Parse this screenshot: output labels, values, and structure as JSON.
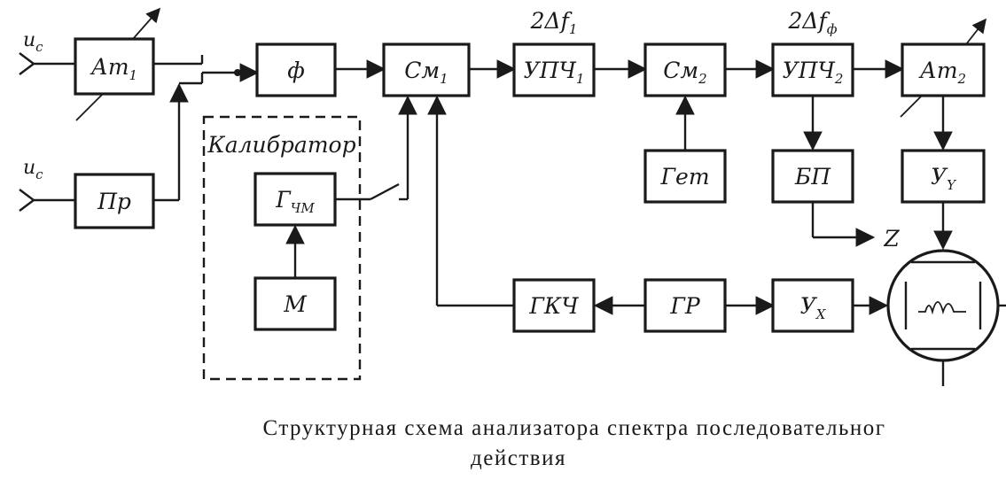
{
  "inputs": {
    "top": {
      "main": "u",
      "sub": "c"
    },
    "bottom": {
      "main": "u",
      "sub": "c"
    }
  },
  "blocks": {
    "at1": {
      "main": "Ат",
      "sub": "1"
    },
    "pr": {
      "main": "Пр"
    },
    "f": {
      "main": "ф"
    },
    "sm1": {
      "main": "См",
      "sub": "1"
    },
    "upch1": {
      "main": "УПЧ",
      "sub": "1"
    },
    "sm2": {
      "main": "См",
      "sub": "2"
    },
    "upch2": {
      "main": "УПЧ",
      "sub": "2"
    },
    "at2": {
      "main": "Ат",
      "sub": "2"
    },
    "get": {
      "main": "Гет"
    },
    "bp": {
      "main": "БП"
    },
    "uy": {
      "main": "У",
      "sub": "Y"
    },
    "gchm": {
      "main": "Г",
      "sub": "ЧМ"
    },
    "m": {
      "main": "М"
    },
    "gkch": {
      "main": "ГКЧ"
    },
    "gr": {
      "main": "ГР"
    },
    "ux": {
      "main": "У",
      "sub": "X"
    }
  },
  "labels": {
    "bw1": {
      "main": "2Δf",
      "sub": "1"
    },
    "bwf": {
      "main": "2Δf",
      "sub": "ф"
    },
    "calibrator": "Калибратор",
    "z": "Z"
  },
  "caption": {
    "line1": "Структурная схема анализатора спектра последовательног",
    "line2": "действия"
  }
}
